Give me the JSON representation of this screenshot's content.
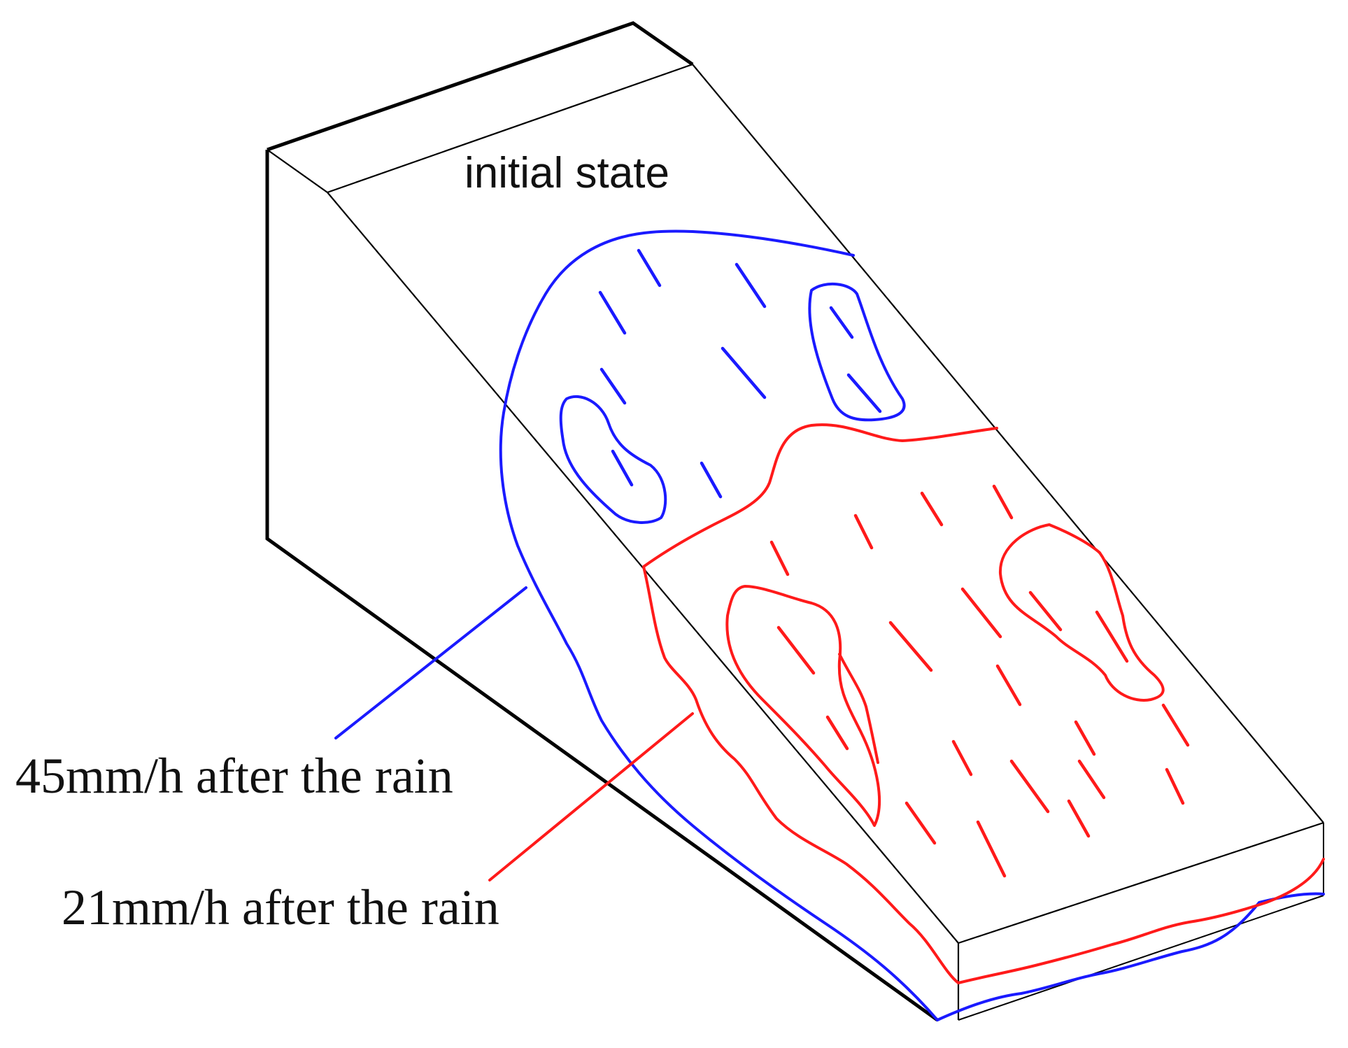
{
  "labels": {
    "initial": "initial state",
    "rain45": "45mm/h after the rain",
    "rain21": "21mm/h after the rain"
  },
  "colors": {
    "rain45": "#1a1aff",
    "rain21": "#ff1a1a",
    "outline": "#000000"
  }
}
